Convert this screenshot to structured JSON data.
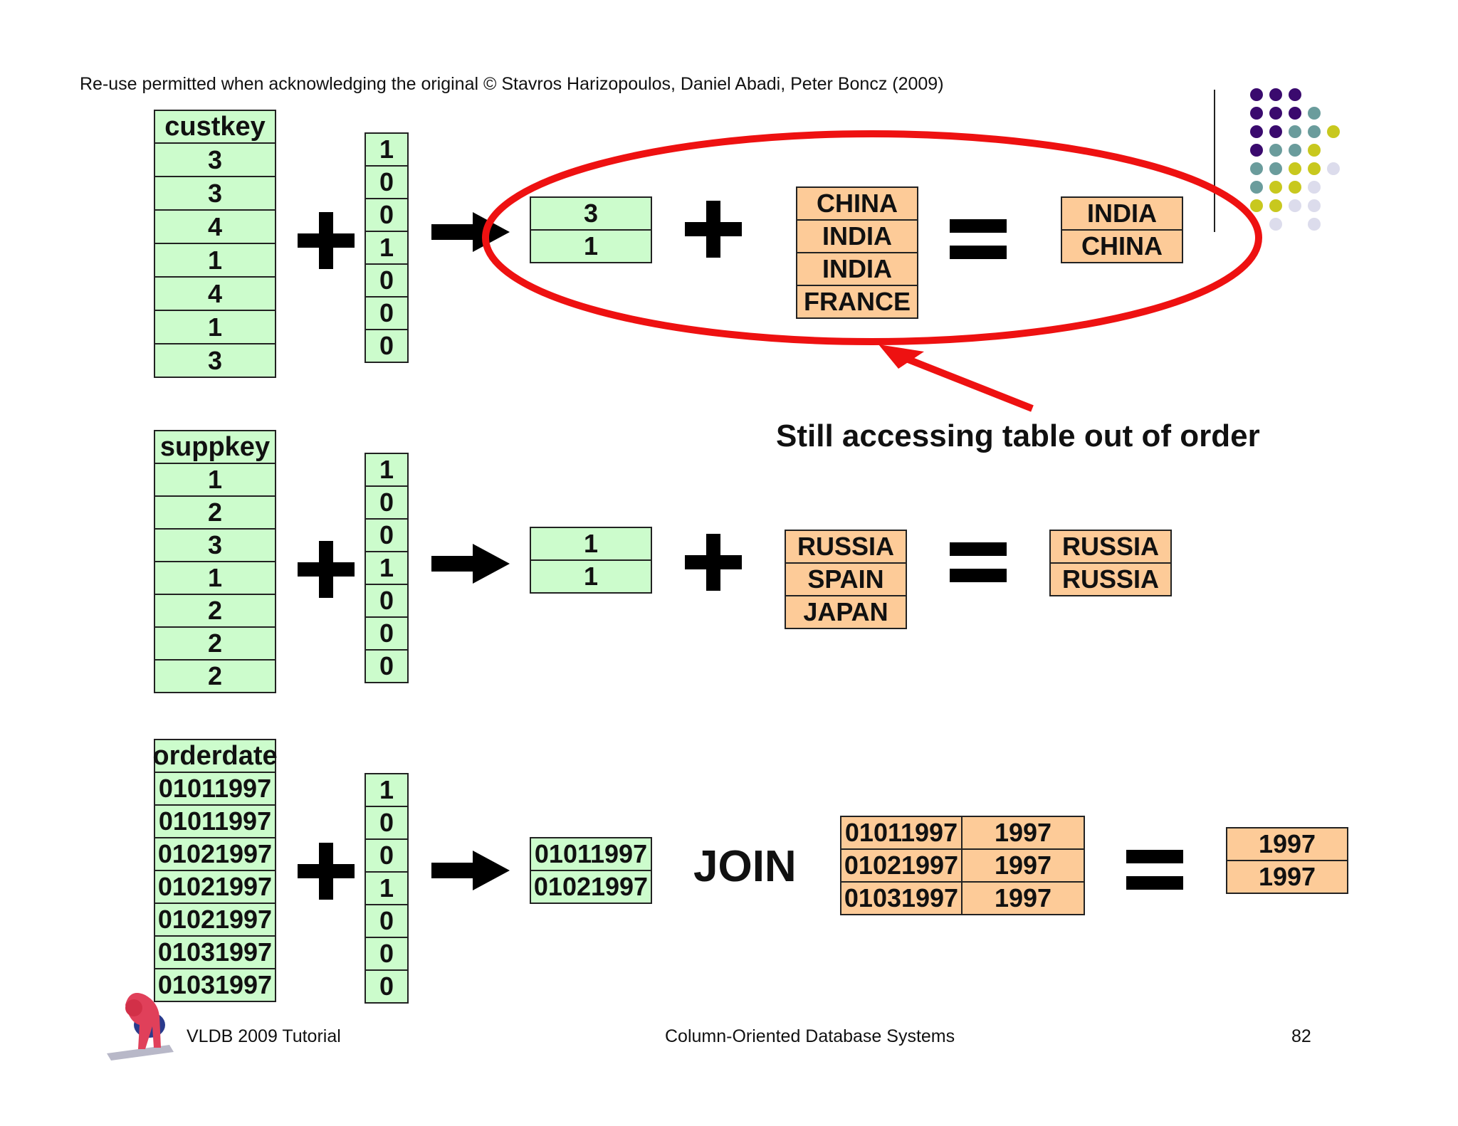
{
  "header": {
    "copyright": "Re-use permitted when acknowledging the original © Stavros Harizopoulos, Daniel Abadi, Peter Boncz (2009)"
  },
  "row1": {
    "column_title": "custkey",
    "column_values": [
      "3",
      "3",
      "4",
      "1",
      "4",
      "1",
      "3"
    ],
    "bitmap": [
      "1",
      "0",
      "0",
      "1",
      "0",
      "0",
      "0"
    ],
    "selected": [
      "3",
      "1"
    ],
    "lookup": [
      "CHINA",
      "INDIA",
      "INDIA",
      "FRANCE"
    ],
    "result": [
      "INDIA",
      "CHINA"
    ]
  },
  "annotation": "Still accessing table out of order",
  "row2": {
    "column_title": "suppkey",
    "column_values": [
      "1",
      "2",
      "3",
      "1",
      "2",
      "2",
      "2"
    ],
    "bitmap": [
      "1",
      "0",
      "0",
      "1",
      "0",
      "0",
      "0"
    ],
    "selected": [
      "1",
      "1"
    ],
    "lookup": [
      "RUSSIA",
      "SPAIN",
      "JAPAN"
    ],
    "result": [
      "RUSSIA",
      "RUSSIA"
    ]
  },
  "row3": {
    "column_title": "orderdate",
    "column_values": [
      "01011997",
      "01011997",
      "01021997",
      "01021997",
      "01021997",
      "01031997",
      "01031997"
    ],
    "bitmap": [
      "1",
      "0",
      "0",
      "1",
      "0",
      "0",
      "0"
    ],
    "selected": [
      "01011997",
      "01021997"
    ],
    "join_label": "JOIN",
    "lookup": [
      [
        "01011997",
        "1997"
      ],
      [
        "01021997",
        "1997"
      ],
      [
        "01031997",
        "1997"
      ]
    ],
    "result": [
      "1997",
      "1997"
    ]
  },
  "footer": {
    "left": "VLDB 2009 Tutorial",
    "center": "Column-Oriented Database Systems",
    "page": "82"
  },
  "colors": {
    "green": "#ccfccc",
    "orange": "#fdcb98",
    "red": "#ee1111",
    "purple": "#3a0a6e",
    "teal": "#6a9c9c",
    "olive": "#c8c81e",
    "lavender": "#dcdcec"
  }
}
